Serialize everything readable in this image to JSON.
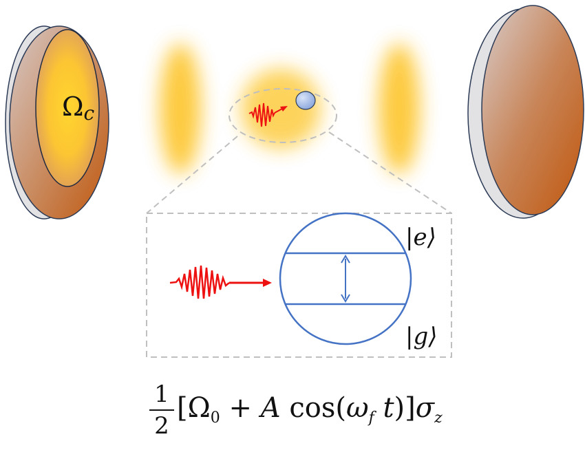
{
  "labels": {
    "cavity_mode": "Ω",
    "cavity_mode_sub": "c",
    "excited_state": "|e⟩",
    "ground_state": "|g⟩"
  },
  "formula": {
    "numerator": "1",
    "denominator": "2",
    "lbracket": "[",
    "omega0": "Ω",
    "omega0_sub": "0",
    "plus": " + ",
    "amp": "A",
    "cos": " cos",
    "lparen": "(",
    "omega_f": "ω",
    "omega_f_sub": "f",
    "t": " t",
    "rparen": ")",
    "rbracket": "]",
    "sigma": "σ",
    "sigma_sub": "z"
  },
  "colors": {
    "mirror_fill": "#c87a4a",
    "mirror_dark": "#c0580f",
    "mirror_edge": "#e2e2e4",
    "field_glow": "#fdc52a",
    "photon_red": "#ee1111",
    "atom_blue": "#4472c4",
    "dashed_gray": "#bfbfbf"
  }
}
